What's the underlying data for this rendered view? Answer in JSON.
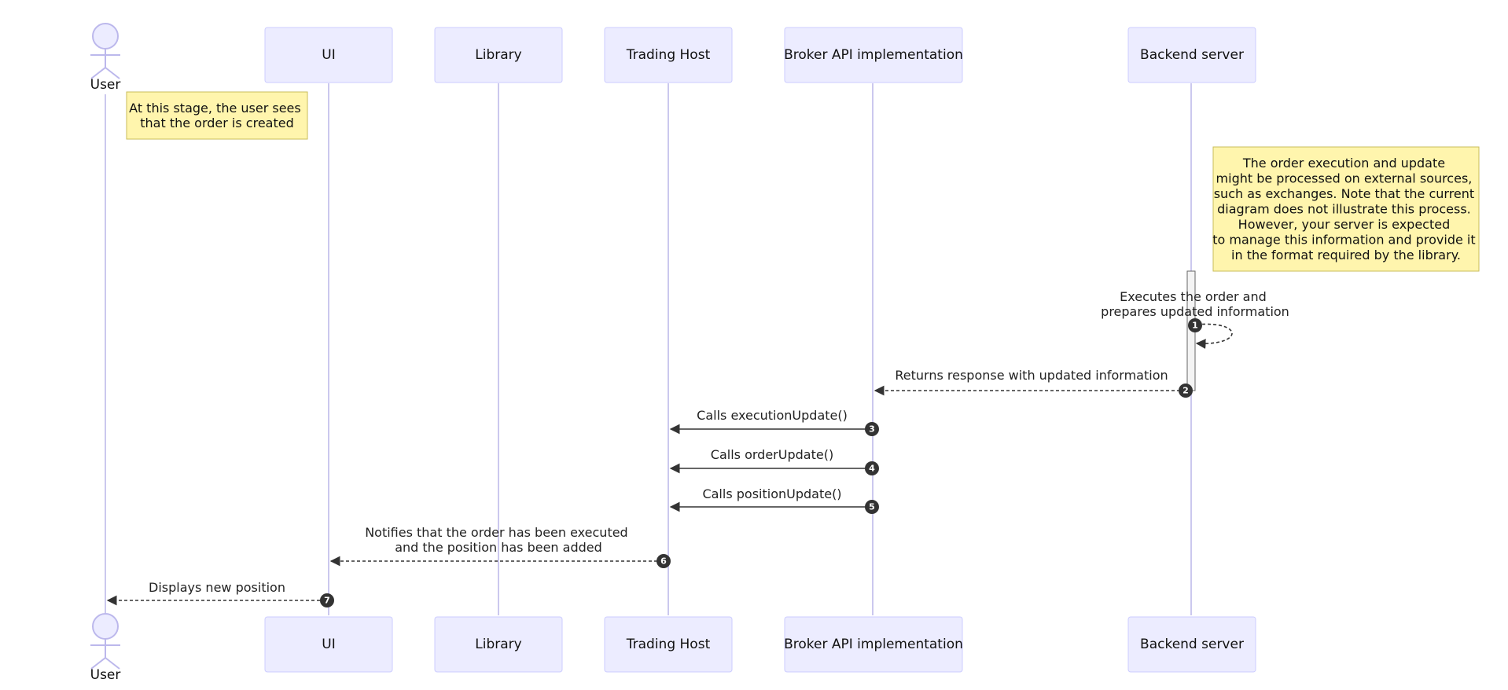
{
  "participants": [
    {
      "id": "user",
      "label": "User",
      "kind": "actor"
    },
    {
      "id": "ui",
      "label": "UI",
      "kind": "box"
    },
    {
      "id": "library",
      "label": "Library",
      "kind": "box"
    },
    {
      "id": "host",
      "label": "Trading Host",
      "kind": "box"
    },
    {
      "id": "broker",
      "label": "Broker API implementation",
      "kind": "box"
    },
    {
      "id": "backend",
      "label": "Backend server",
      "kind": "box"
    }
  ],
  "notes": [
    {
      "lines": [
        "At this stage, the user sees",
        "that the order is created"
      ]
    },
    {
      "lines": [
        "The order execution and update",
        "might be processed on external sources,",
        "such as exchanges. Note that the current",
        "diagram does not illustrate this process.",
        "However, your server is expected",
        "to manage this information and provide it",
        "in the format required by the library."
      ]
    }
  ],
  "messages": [
    {
      "seq": 1,
      "from": "backend",
      "to": "backend",
      "style": "dashed",
      "lines": [
        "Executes the order and",
        "prepares updated information"
      ]
    },
    {
      "seq": 2,
      "from": "backend",
      "to": "broker",
      "style": "dashed",
      "lines": [
        "Returns response with updated information"
      ]
    },
    {
      "seq": 3,
      "from": "broker",
      "to": "host",
      "style": "solid",
      "lines": [
        "Calls executionUpdate()"
      ]
    },
    {
      "seq": 4,
      "from": "broker",
      "to": "host",
      "style": "solid",
      "lines": [
        "Calls orderUpdate()"
      ]
    },
    {
      "seq": 5,
      "from": "broker",
      "to": "host",
      "style": "solid",
      "lines": [
        "Calls positionUpdate()"
      ]
    },
    {
      "seq": 6,
      "from": "host",
      "to": "ui",
      "style": "dashed",
      "lines": [
        "Notifies that the order has been executed",
        "and the position has been added"
      ]
    },
    {
      "seq": 7,
      "from": "ui",
      "to": "user",
      "style": "dashed",
      "lines": [
        "Displays new position"
      ]
    }
  ],
  "colors": {
    "participant_fill": "#ececff",
    "participant_border": "#ccccff",
    "lifeline": "#cbc8ee",
    "note_fill": "#fff5ad",
    "note_border": "#c9bd5a",
    "arrow": "#333333"
  }
}
